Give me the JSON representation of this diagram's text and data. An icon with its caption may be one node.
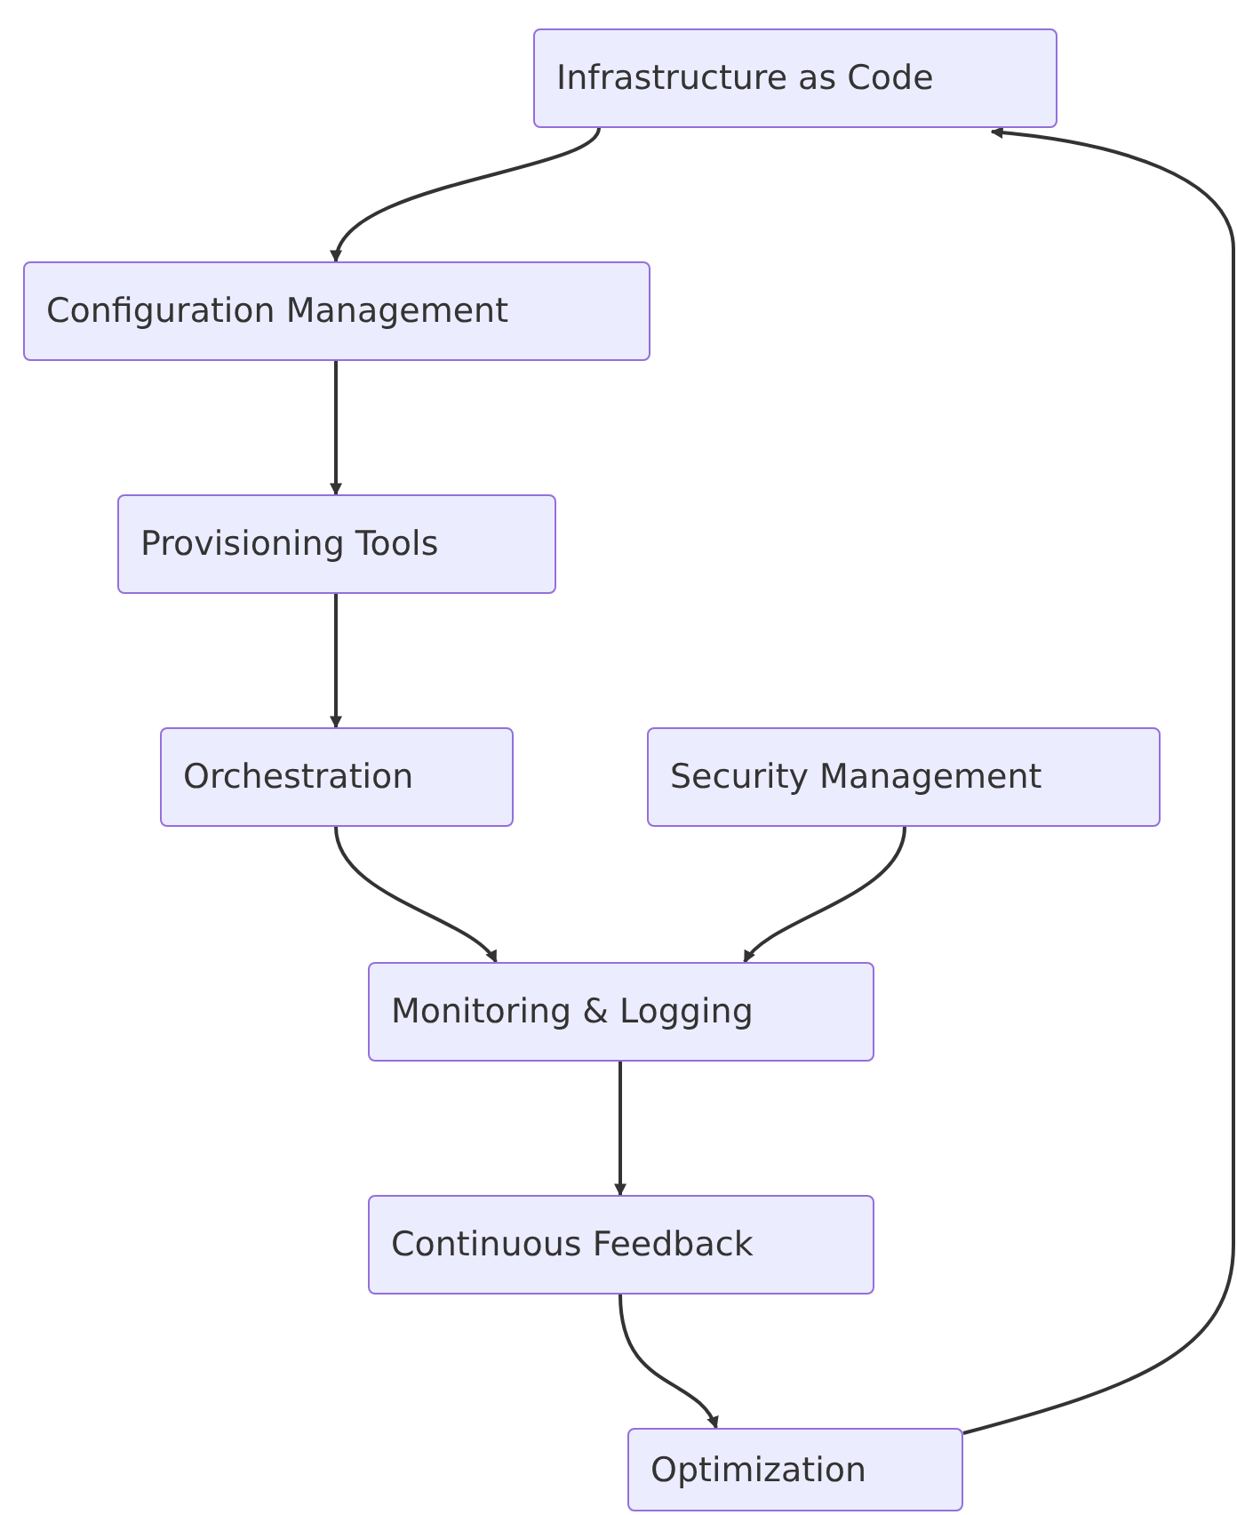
{
  "diagram": {
    "nodes": [
      {
        "text": [
          "Infrastructure as Code"
        ]
      },
      {
        "text": [
          "Configuration Management"
        ]
      },
      {
        "text": [
          "Provisioning Tools"
        ]
      },
      {
        "text": [
          "Orchestration"
        ]
      },
      {
        "text": [
          "Security Management"
        ]
      },
      {
        "text": [
          "Monitoring & Logging"
        ]
      },
      {
        "text": [
          "Continuous Feedback"
        ]
      },
      {
        "text": [
          "Optimization"
        ]
      }
    ],
    "edges": [
      {
        "from": 0,
        "to": 1,
        "arrow": "to"
      },
      {
        "from": 1,
        "to": 2,
        "arrow": "to"
      },
      {
        "from": 2,
        "to": 3,
        "arrow": "to"
      },
      {
        "from": 3,
        "to": 5,
        "arrow": "to"
      },
      {
        "from": 4,
        "to": 5,
        "arrow": "to"
      },
      {
        "from": 5,
        "to": 6,
        "arrow": "to"
      },
      {
        "from": 6,
        "to": 7,
        "arrow": "to"
      },
      {
        "from": 7,
        "to": 0,
        "arrow": "to"
      }
    ]
  }
}
